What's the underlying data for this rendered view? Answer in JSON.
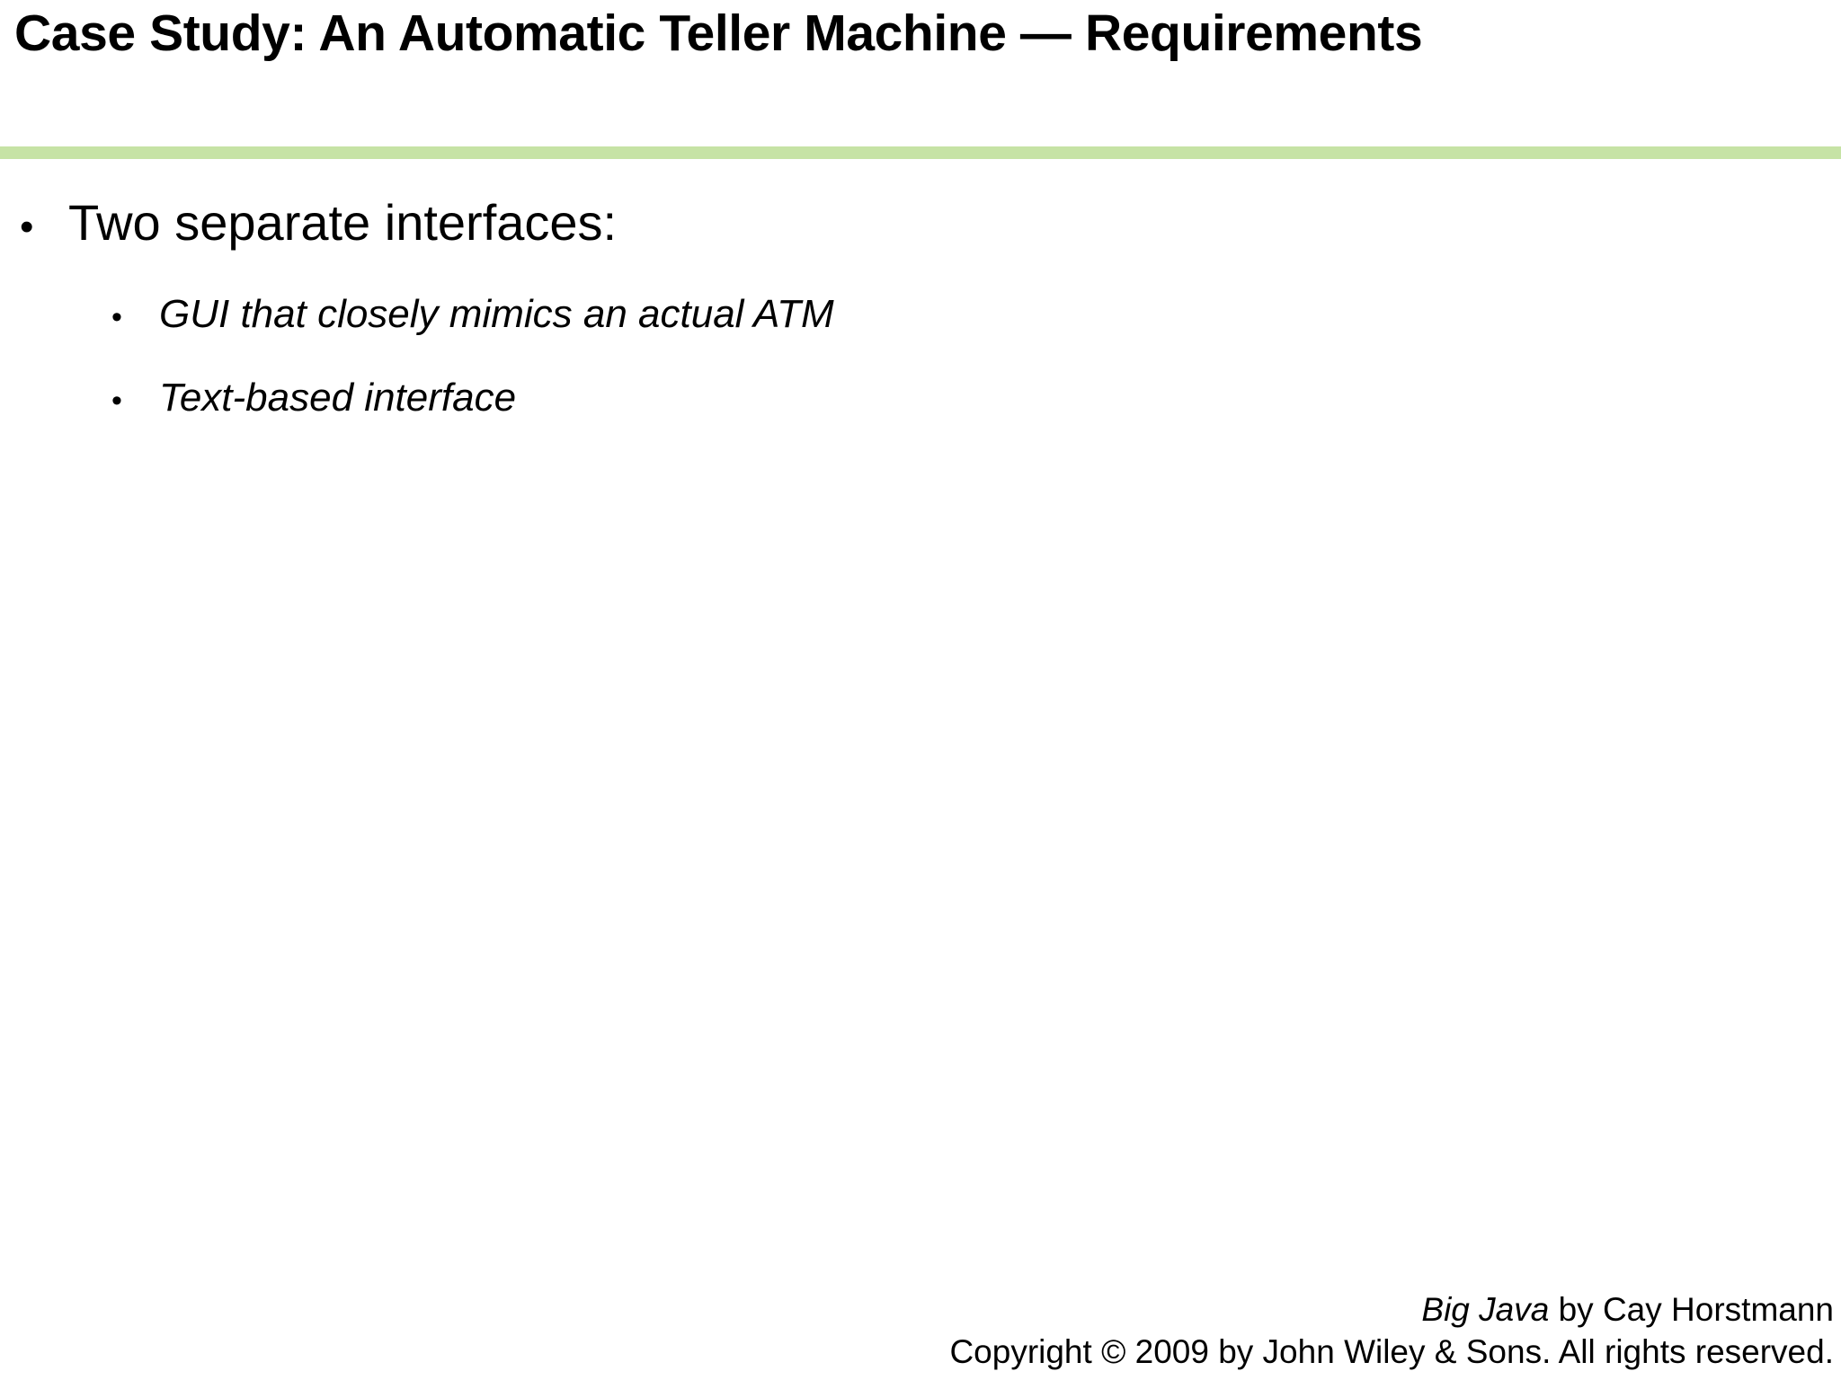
{
  "slide": {
    "title": "Case Study: An Automatic Teller Machine — Requirements",
    "accent_color": "#C6E3A5",
    "background_color": "#FFFFFF",
    "text_color": "#000000",
    "bullet_glyph": "•",
    "content": {
      "level1": [
        {
          "text": "Two separate interfaces:",
          "children": [
            {
              "text": "GUI that closely mimics an actual ATM"
            },
            {
              "text": "Text-based interface"
            }
          ]
        }
      ]
    },
    "footer": {
      "book_title": "Big Java",
      "byline": " by Cay Horstmann",
      "copyright": "Copyright © 2009 by John Wiley & Sons.  All rights reserved."
    }
  }
}
